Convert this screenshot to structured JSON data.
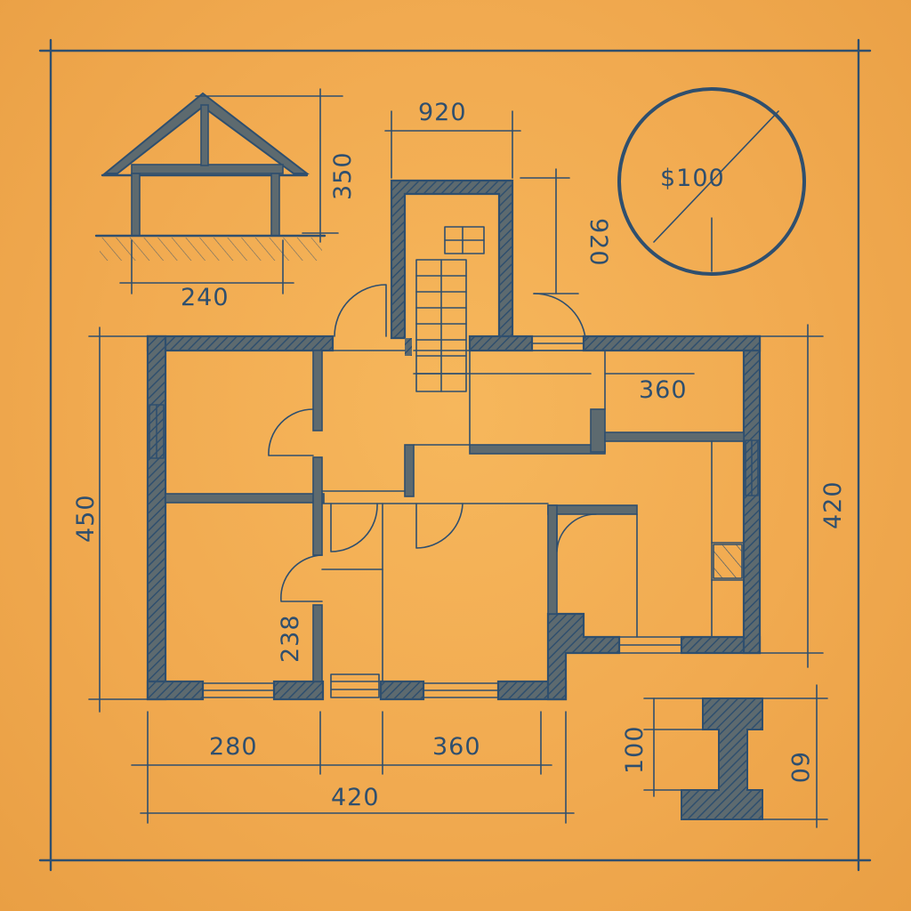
{
  "roof_detail": {
    "width_label": "240",
    "height_label": "350"
  },
  "stair_tower": {
    "width_label": "920",
    "height_label": "920"
  },
  "badge": {
    "label": "$100"
  },
  "plan": {
    "left_height_label": "450",
    "right_height_label": "420",
    "room_right_label": "360",
    "hall_label": "238",
    "bottom_left_label": "280",
    "bottom_mid_label": "360",
    "bottom_total_label": "420"
  },
  "beam_detail": {
    "left_label": "100",
    "right_label": "60"
  },
  "colors": {
    "paper": "#f1a94e",
    "ink": "#2f4f6e"
  }
}
